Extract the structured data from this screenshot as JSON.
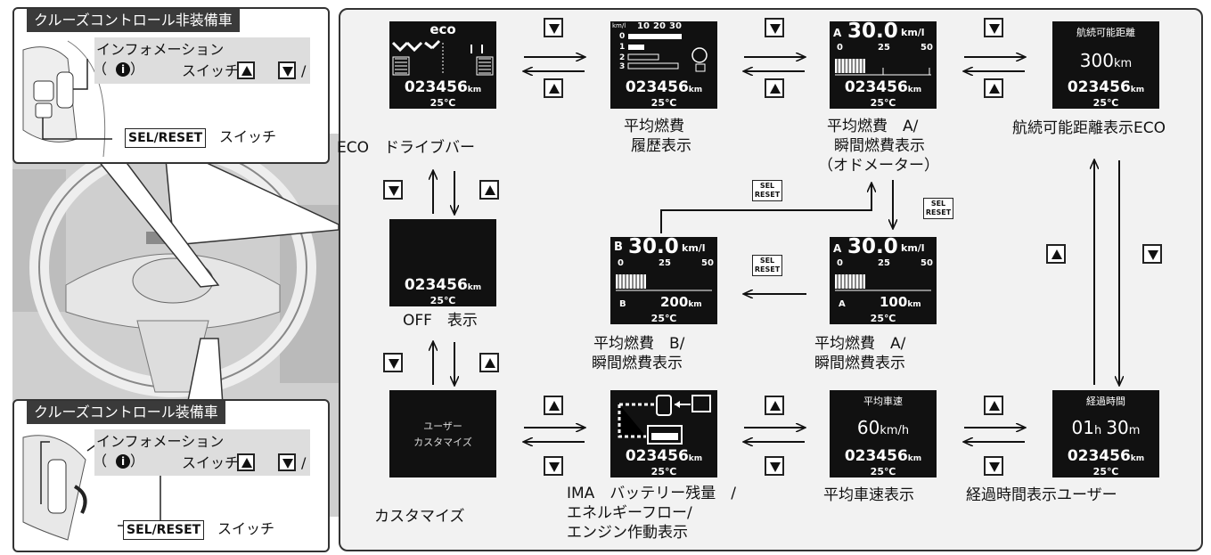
{
  "callout_top": {
    "title": "クルーズコントロール非装備車",
    "info_label": "インフォメーション",
    "info_paren_open": "（",
    "info_icon": "i",
    "info_paren_close": "）",
    "switch_text": "スイッチ（",
    "slash_text": "/",
    "close_paren": "）",
    "sel_label": "SEL/RESET",
    "sel_suffix": "スイッチ"
  },
  "callout_bottom": {
    "title": "クルーズコントロール装備車",
    "info_label": "インフォメーション",
    "info_paren_open": "（",
    "info_icon": "i",
    "info_paren_close": "）",
    "switch_text": "スイッチ（",
    "slash_text": "/",
    "close_paren": "）",
    "sel_label": "SEL/RESET",
    "sel_suffix": "スイッチ"
  },
  "common": {
    "odometer": "023456",
    "odometer_unit": "km",
    "temperature": "25℃",
    "sel_line1": "SEL",
    "sel_line2": "RESET"
  },
  "screens": {
    "eco": {
      "title": "eco",
      "label": "ECO　ドライブバー"
    },
    "history": {
      "axis_unit": "km/l",
      "ticks": [
        "10",
        "20",
        "30"
      ],
      "rows": [
        "0",
        "1",
        "2",
        "3"
      ],
      "label_line1": "平均燃費",
      "label_line2": "履歴表示"
    },
    "fuel_a_odo": {
      "letter": "A",
      "value": "30.0",
      "unit": "km/l",
      "scale": [
        "0",
        "25",
        "50"
      ],
      "label_line1": "平均燃費　A/",
      "label_line2": "瞬間燃費表示",
      "label_line3": "（オドメーター）"
    },
    "range": {
      "title": "航続可能距離",
      "value": "300",
      "unit": "km",
      "label": "航続可能距離表示ECO"
    },
    "off": {
      "label": "OFF　表示"
    },
    "fuel_b": {
      "letter": "B",
      "value": "30.0",
      "unit": "km/l",
      "scale": [
        "0",
        "25",
        "50"
      ],
      "trip_letter": "B",
      "trip": "200",
      "trip_unit": "km",
      "label_line1": "平均燃費　B/",
      "label_line2": "瞬間燃費表示"
    },
    "fuel_a": {
      "letter": "A",
      "value": "30.0",
      "unit": "km/l",
      "scale": [
        "0",
        "25",
        "50"
      ],
      "trip_letter": "A",
      "trip": "100",
      "trip_unit": "km",
      "label_line1": "平均燃費　A/",
      "label_line2": "瞬間燃費表示"
    },
    "custom": {
      "line1": "ユーザー",
      "line2": "カスタマイズ",
      "label": "カスタマイズ"
    },
    "ima": {
      "label_line1": "IMA　バッテリー残量　/",
      "label_line2": "エネルギーフロー/",
      "label_line3": "エンジン作動表示"
    },
    "avg_speed": {
      "title": "平均車速",
      "value": "60",
      "unit": "km/h",
      "label": "平均車速表示"
    },
    "elapsed": {
      "title": "経過時間",
      "hours": "01",
      "h_unit": "h",
      "minutes": "30",
      "m_unit": "m",
      "label": "経過時間表示ユーザー"
    }
  }
}
